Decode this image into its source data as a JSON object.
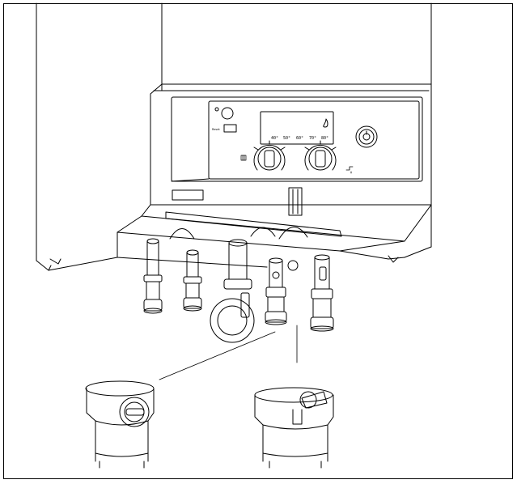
{
  "display": {
    "temps": [
      "40°",
      "50°",
      "60°",
      "70°",
      "80°"
    ]
  },
  "panel": {
    "reset_label": "Reset"
  },
  "icons": {
    "flame": "flame-icon",
    "pressure_gauge": "pressure-gauge-icon",
    "power_button": "power-button-icon"
  }
}
